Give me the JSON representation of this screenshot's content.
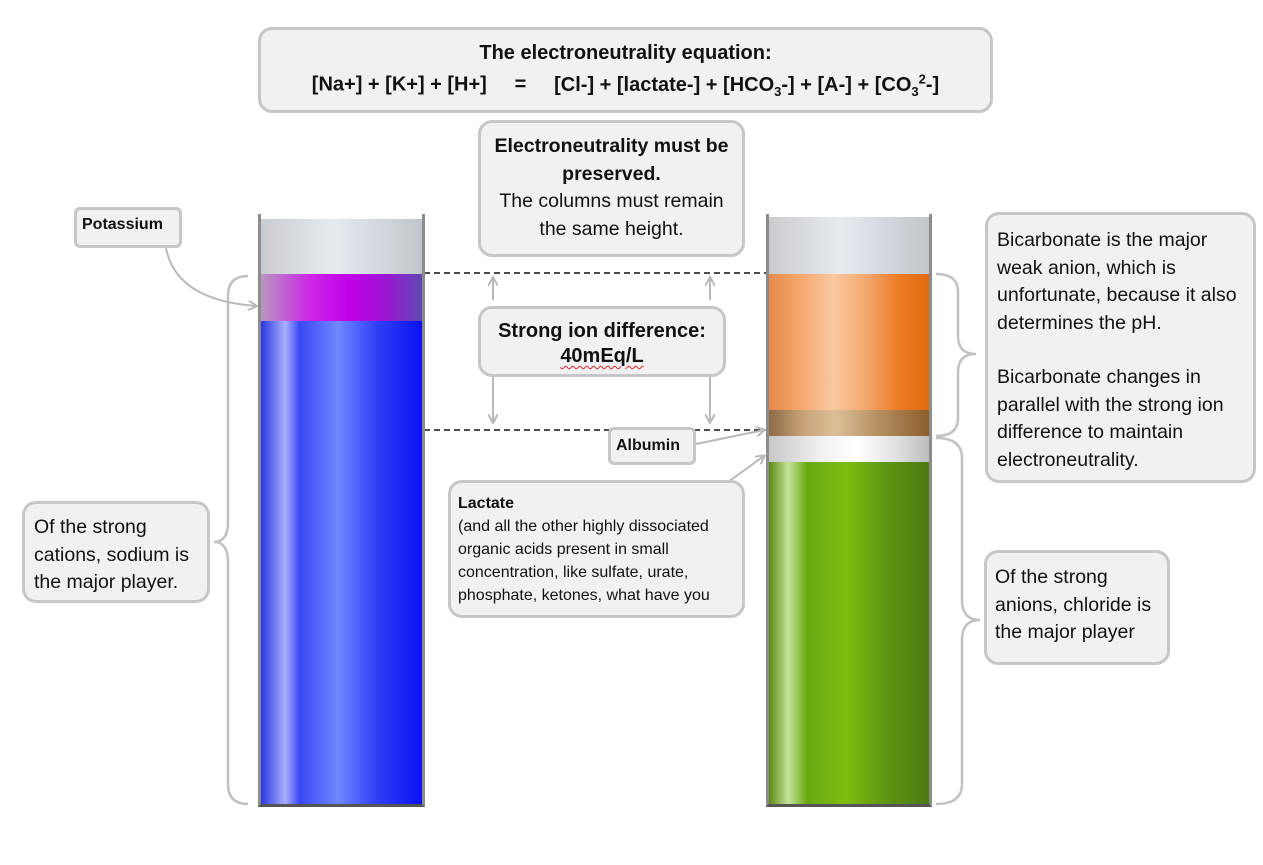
{
  "equation": {
    "title": "The electroneutrality equation:",
    "left": "[Na+] + [K+] + [H+]",
    "equals": "=",
    "right_start": "[Cl-] + [lactate-] + [HCO",
    "right_sub1": "3",
    "right_mid": "-] + [A-] + [CO",
    "right_sub2": "3",
    "right_sup": "2",
    "right_end": "-]"
  },
  "preserve_box": {
    "bold": "Electroneutrality must be preserved.",
    "normal": "The columns must remain the same height."
  },
  "sid_box": {
    "label": "Strong ion difference:",
    "value": "40mEq/L"
  },
  "labels": {
    "potassium": "Potassium",
    "albumin": "Albumin",
    "sodium": "Of the strong cations, sodium is the major player.",
    "lactate_title": "Lactate",
    "lactate_body": "(and all the other highly dissociated organic acids present in small concentration, like sulfate, urate, phosphate, ketones, what have you",
    "bicarb_p1": "Bicarbonate is the major weak anion, which is unfortunate, because it also determines the pH.",
    "bicarb_p2": "Bicarbonate changes in parallel with the strong ion difference to maintain electroneutrality.",
    "chloride": "Of the strong anions, chloride is the major player"
  },
  "colors": {
    "sodium": "#1f2bf2",
    "potassium": "#c000e8",
    "bicarbonate": "#ef8a3a",
    "albumin": "#a07a4c",
    "chloride": "#6fae10",
    "empty": "#d6dbe0"
  }
}
